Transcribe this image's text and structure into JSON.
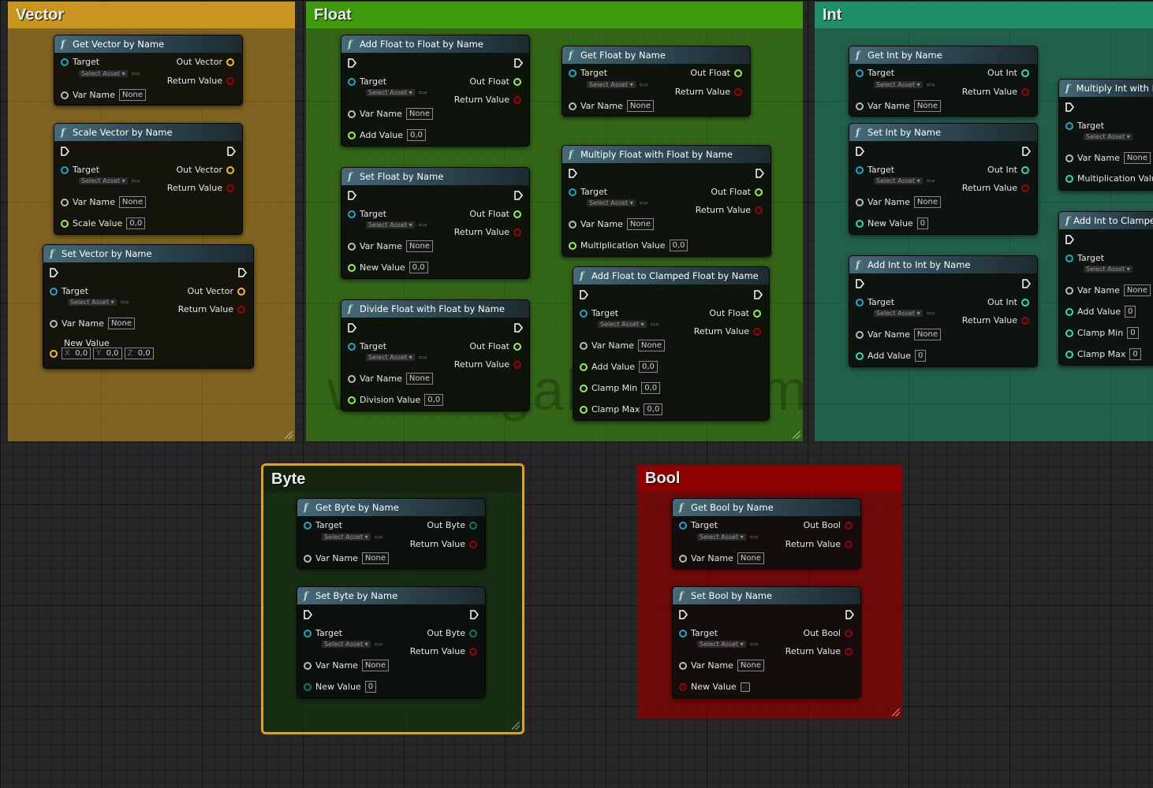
{
  "comments": {
    "vector": "Vector",
    "float": "Float",
    "int": "Int",
    "byte": "Byte",
    "bool": "Bool"
  },
  "colors": {
    "vector": "#c8961e",
    "float": "#3f9a0c",
    "int": "#1f8f6a",
    "byte": "#14240f",
    "bool": "#8c0000",
    "byte_border": "#e0a020",
    "pin_vector": "#f4c020",
    "pin_float": "#9af058",
    "pin_int": "#2fdcae",
    "pin_byte": "#0b7a62",
    "pin_bool": "#a00000",
    "pin_object": "#1fa8c8"
  },
  "common": {
    "target": "Target",
    "select_asset": "Select Asset",
    "var_name": "Var Name",
    "none": "None",
    "return_value": "Return Value",
    "new_value": "New Value",
    "zero_f": "0,0",
    "zero_i": "0",
    "x": "X",
    "y": "Y",
    "z": "Z"
  },
  "vector": {
    "get": {
      "title": "Get Vector by Name",
      "out": "Out Vector"
    },
    "scale": {
      "title": "Scale Vector by Name",
      "out": "Out Vector",
      "input": "Scale Value"
    },
    "set": {
      "title": "Set Vector by Name",
      "out": "Out Vector"
    }
  },
  "float": {
    "add": {
      "title": "Add Float to Float by Name",
      "out": "Out Float",
      "input": "Add Value"
    },
    "set": {
      "title": "Set Float by Name",
      "out": "Out Float"
    },
    "divide": {
      "title": "Divide Float with Float by Name",
      "out": "Out Float",
      "input": "Division Value"
    },
    "get": {
      "title": "Get Float by Name",
      "out": "Out Float"
    },
    "multiply": {
      "title": "Multiply Float with Float by Name",
      "out": "Out Float",
      "input": "Multiplication Value"
    },
    "clamped": {
      "title": "Add Float to Clamped Float by Name",
      "out": "Out Float",
      "input": "Add Value",
      "min": "Clamp Min",
      "max": "Clamp Max"
    }
  },
  "int": {
    "get": {
      "title": "Get Int by Name",
      "out": "Out Int"
    },
    "set": {
      "title": "Set Int by Name",
      "out": "Out Int"
    },
    "add": {
      "title": "Add Int to Int by Name",
      "out": "Out Int",
      "input": "Add Value"
    },
    "multiply": {
      "title": "Multiply Int with I",
      "input": "Multiplication Valu"
    },
    "clamped": {
      "title": "Add Int to Clampe",
      "input": "Add Value",
      "min": "Clamp Min",
      "max": "Clamp Max"
    }
  },
  "byte": {
    "get": {
      "title": "Get Byte by Name",
      "out": "Out Byte"
    },
    "set": {
      "title": "Set Byte by Name",
      "out": "Out Byte"
    }
  },
  "bool": {
    "get": {
      "title": "Get Bool by Name",
      "out": "Out Bool"
    },
    "set": {
      "title": "Set Bool by Name",
      "out": "Out Bool"
    }
  },
  "watermark": "www.cgalpha.com"
}
